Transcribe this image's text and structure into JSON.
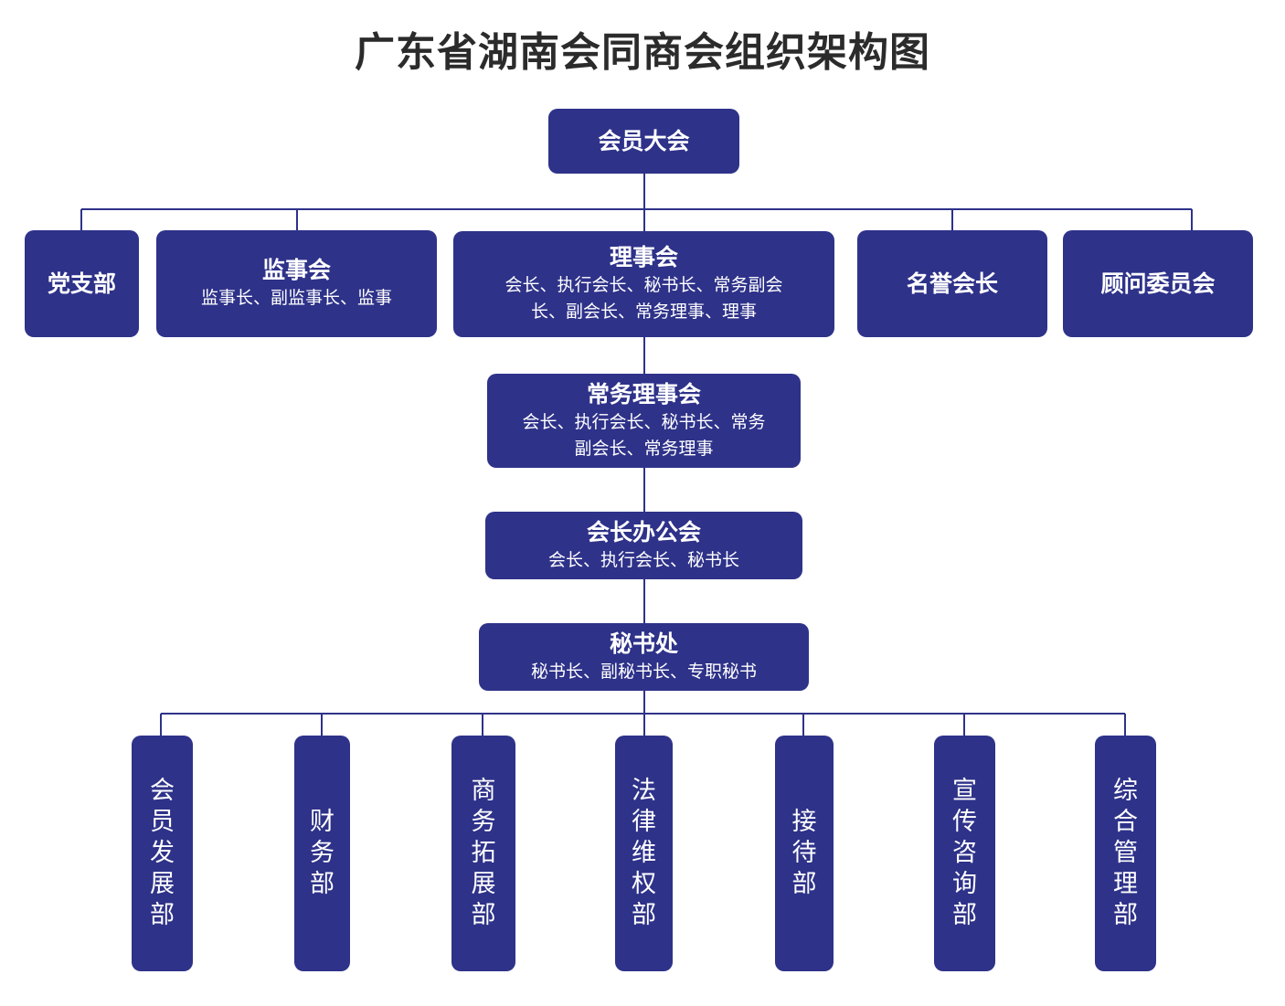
{
  "title": "广东省湖南会同商会组织架构图",
  "colors": {
    "box": "#2e3289",
    "line": "#2e3289",
    "text": "#ffffff",
    "title": "#2b2b2b"
  },
  "general_assembly": {
    "name": "会员大会"
  },
  "party_branch": {
    "name": "党支部"
  },
  "supervisory_board": {
    "name": "监事会",
    "members": "监事长、副监事长、监事"
  },
  "council": {
    "name": "理事会",
    "members": "会长、执行会长、秘书长、常务副会长、副会长、常务理事、理事"
  },
  "honorary_president": {
    "name": "名誉会长"
  },
  "advisory_committee": {
    "name": "顾问委员会"
  },
  "standing_council": {
    "name": "常务理事会",
    "members": "会长、执行会长、秘书长、常务副会长、常务理事"
  },
  "president_office": {
    "name": "会长办公会",
    "members": "会长、执行会长、秘书长"
  },
  "secretariat": {
    "name": "秘书处",
    "members": "秘书长、副秘书长、专职秘书"
  },
  "departments": [
    {
      "name": "会员发展部"
    },
    {
      "name": "财务部"
    },
    {
      "name": "商务拓展部"
    },
    {
      "name": "法律维权部"
    },
    {
      "name": "接待部"
    },
    {
      "name": "宣传咨询部"
    },
    {
      "name": "综合管理部"
    }
  ]
}
